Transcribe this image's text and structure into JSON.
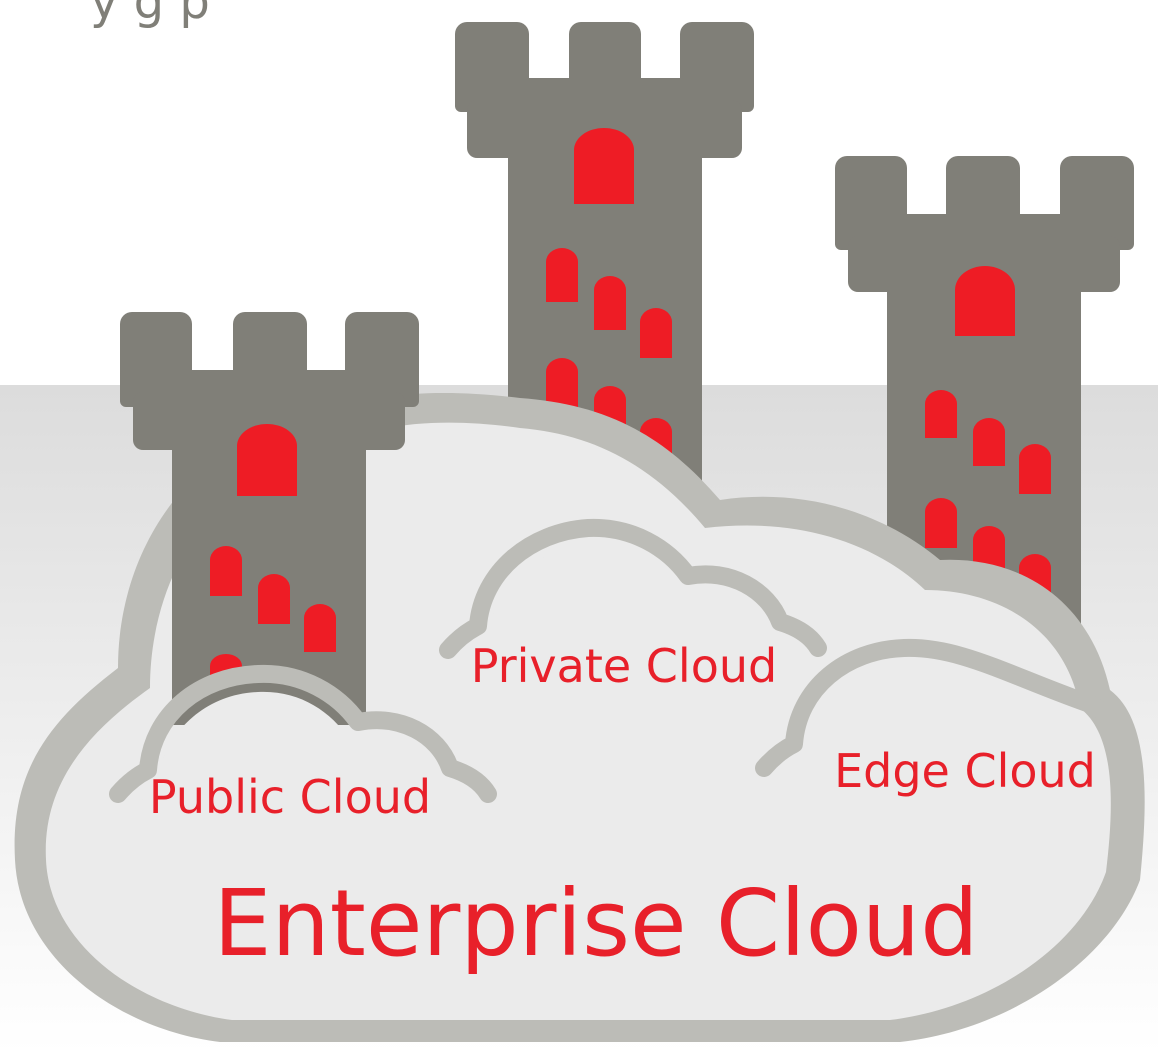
{
  "colors": {
    "tower": "#807f78",
    "window": "#ee1c25",
    "cloud_fill": "#ebebeb",
    "cloud_outline": "#bcbcb7",
    "label": "#e8202a",
    "band_top": "#dcdcdc",
    "band_bottom": "#ffffff"
  },
  "header_fragment": "y                g      p",
  "labels": {
    "enterprise": "Enterprise Cloud",
    "public": "Public Cloud",
    "private": "Private Cloud",
    "edge": "Edge Cloud"
  }
}
